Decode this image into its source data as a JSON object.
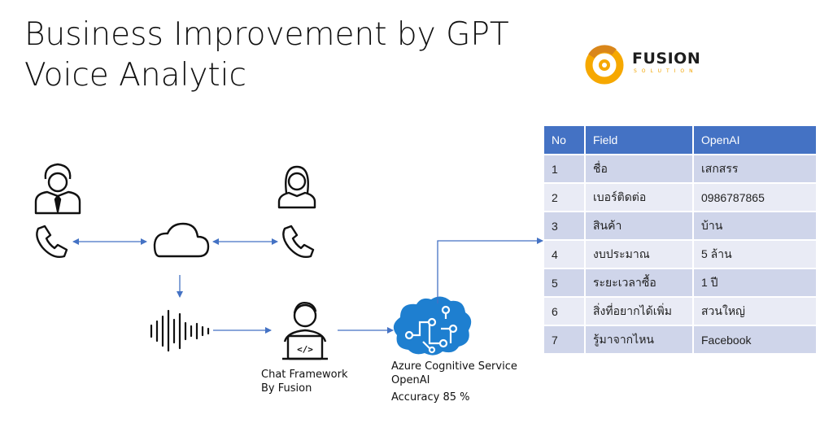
{
  "title": {
    "line1": "Business Improvement by GPT",
    "line2": "Voice Analytic"
  },
  "logo": {
    "name": "FUSION",
    "sub": "SOLUTION",
    "colors": {
      "ring": "#f6a800",
      "ring_dark": "#d9861a",
      "text": "#1d1d1d"
    }
  },
  "diagram": {
    "icons": [
      "businessman-icon",
      "woman-icon",
      "phone-icon",
      "phone-icon",
      "cloud-icon",
      "audio-waveform-icon",
      "developer-laptop-icon",
      "azure-brain-circuit-icon"
    ],
    "arrow_color": "#4472c4",
    "chat_framework": {
      "line1": "Chat Framework",
      "line2": "By Fusion"
    },
    "azure": {
      "line1": "Azure Cognitive Service",
      "line2": "OpenAI",
      "accuracy": "Accuracy 85 %"
    }
  },
  "table": {
    "headers": [
      "No",
      "Field",
      "OpenAI"
    ],
    "rows": [
      [
        "1",
        "ชื่อ",
        "เสกสรร"
      ],
      [
        "2",
        "เบอร์ติดต่อ",
        "0986787865"
      ],
      [
        "3",
        "สินค้า",
        "บ้าน"
      ],
      [
        "4",
        "งบประมาณ",
        "5 ล้าน"
      ],
      [
        "5",
        "ระยะเวลาซื้อ",
        "1 ปี"
      ],
      [
        "6",
        "สิ่งที่อยากได้เพิ่ม",
        "สวนใหญ่"
      ],
      [
        "7",
        "รู้มาจากไหน",
        "Facebook"
      ]
    ],
    "colors": {
      "header": "#4472c4",
      "row_odd": "#cfd5ea",
      "row_even": "#e9ebf5"
    }
  }
}
